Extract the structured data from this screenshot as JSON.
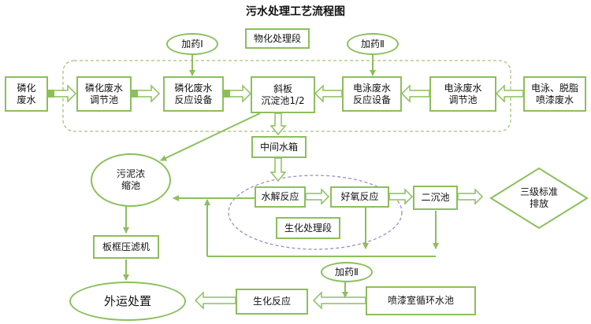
{
  "title": "污水处理工艺流程图",
  "colors": {
    "stroke": "#8CBF5B",
    "dashed_group": "#A3C47A",
    "bio_group": "#9B8FC7"
  },
  "groups": {
    "physchem": "物化处理段",
    "bio": "生化处理段"
  },
  "dosing": {
    "agent_1": "加药Ⅰ",
    "agent_2": "加药Ⅱ",
    "agent_3": "加药Ⅱ"
  },
  "nodes": {
    "phosphating_wastewater": "磷化\n废水",
    "phosphating_equalization": "磷化废水\n调节池",
    "phosphating_reaction": "磷化废水\n反应设备",
    "inclined_plate": "斜板\n沉淀池1/2",
    "electrophoresis_reaction": "电泳废水\n反应设备",
    "electrophoresis_equalization": "电泳废水\n调节池",
    "electrophoresis_degreasing": "电泳、脱脂\n喷漆废水",
    "intermediate_tank": "中间水箱",
    "sludge_thickener": "污泥浓\n缩池",
    "hydrolysis": "水解反应",
    "aerobic": "好氧反应",
    "secondary_clarifier": "二沉池",
    "discharge": "三级标准\n排放",
    "filter_press": "板框压滤机",
    "external_disposal": "外运处置",
    "bio_reaction": "生化反应",
    "spray_booth_pool": "喷漆室循环水池"
  }
}
